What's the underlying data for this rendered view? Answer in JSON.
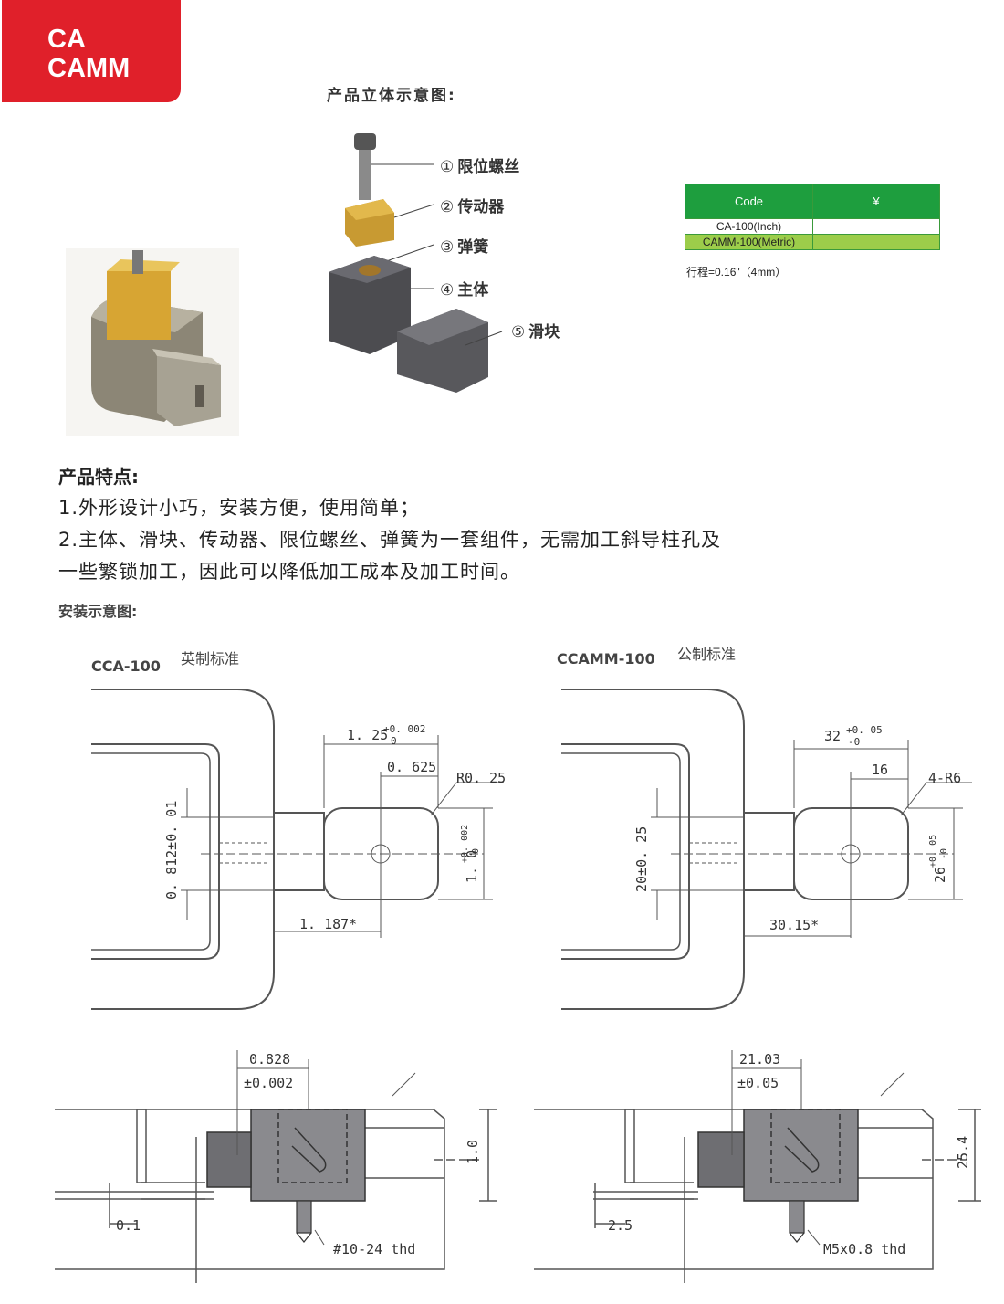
{
  "brand": {
    "line1": "CA",
    "line2": "CAMM"
  },
  "diagram_title": "产品立体示意图:",
  "parts": [
    {
      "num": "①",
      "name": "限位螺丝"
    },
    {
      "num": "②",
      "name": "传动器"
    },
    {
      "num": "③",
      "name": "弹簧"
    },
    {
      "num": "④",
      "name": "主体"
    },
    {
      "num": "⑤",
      "name": "滑块"
    }
  ],
  "price_table": {
    "headers": [
      "Code",
      "¥"
    ],
    "rows": [
      {
        "code": "CA-100(Inch)",
        "price": ""
      },
      {
        "code": "CAMM-100(Metric)",
        "price": ""
      }
    ]
  },
  "stroke_note": "行程=0.16\"（4mm）",
  "features": {
    "title": "产品特点:",
    "lines": [
      "1.外形设计小巧，安装方便，使用简单；",
      "2.主体、滑块、传动器、限位螺丝、弹簧为一套组件，无需加工斜导柱孔及",
      "一些繁锁加工，因此可以降低加工成本及加工时间。"
    ]
  },
  "install_title": "安装示意图:",
  "drawing_left": {
    "model": "CCA-100",
    "standard": "英制标准",
    "dims": {
      "width": "1. 25",
      "width_tol_up": "+0. 002",
      "width_tol_down": "0",
      "half": "0. 625",
      "radius": "R0. 25",
      "height": "0. 812±0. 01",
      "pocket_h": "1. 0",
      "pocket_tol_up": "+0. 002",
      "pocket_tol_down": "0",
      "offset": "1. 187*",
      "side_a": "0.828",
      "side_b": "±0.002",
      "side_h": "1.0",
      "gap": "0.1",
      "thread": "#10-24 thd"
    }
  },
  "drawing_right": {
    "model": "CCAMM-100",
    "standard": "公制标准",
    "dims": {
      "width": "32",
      "width_tol_up": "+0. 05",
      "width_tol_down": "-0",
      "half": "16",
      "radius": "4-R6",
      "height": "20±0. 25",
      "pocket_h": "26",
      "pocket_tol_up": "+0. 05",
      "pocket_tol_down": "-0",
      "offset": "30.15*",
      "side_a": "21.03",
      "side_b": "±0.05",
      "side_h": "25.4",
      "gap": "2.5",
      "thread": "M5x0.8 thd"
    }
  },
  "colors": {
    "brand_red": "#e0202a",
    "table_green": "#1e9e3e",
    "table_lime": "#9ccd4a",
    "line_blue": "#2a3a8a"
  }
}
